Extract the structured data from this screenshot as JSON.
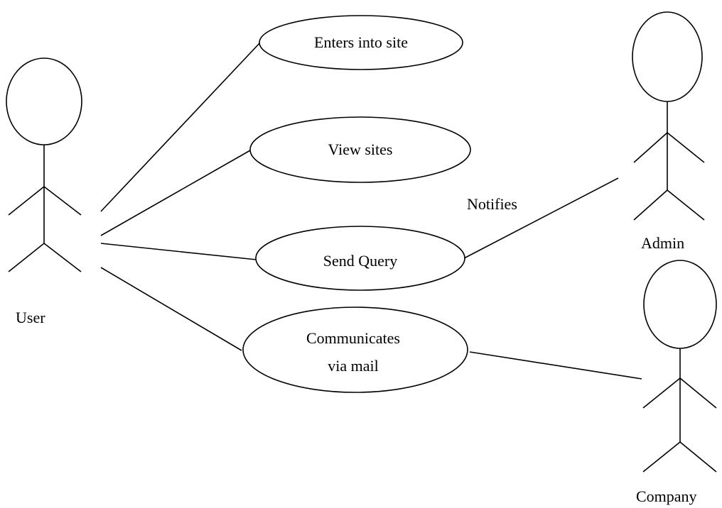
{
  "actors": {
    "user": {
      "label": "User"
    },
    "admin": {
      "label": "Admin"
    },
    "company": {
      "label": "Company"
    }
  },
  "use_cases": {
    "enters_into_site": {
      "label": "Enters into site"
    },
    "view_sites": {
      "label": "View sites"
    },
    "send_query": {
      "label": "Send Query"
    },
    "communicates_via_mail": {
      "line1": "Communicates",
      "line2": "via mail"
    }
  },
  "relations": {
    "notifies": {
      "label": "Notifies"
    }
  }
}
